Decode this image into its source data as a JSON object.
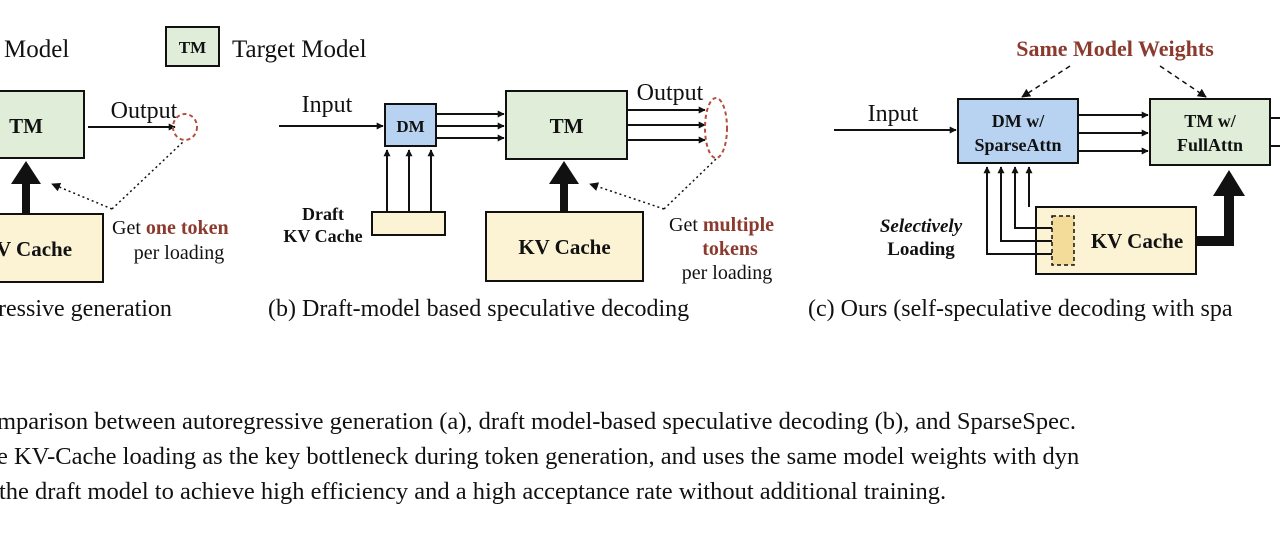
{
  "colors": {
    "target_fill": "#e0edd8",
    "draft_fill": "#b8d3f2",
    "cache_fill": "#fbf3d4",
    "dashed_fill": "#f3dc9a",
    "accent_text": "#8b3a2e",
    "dashed_ellipse": "#b5503f",
    "line": "#111111"
  },
  "legend": {
    "draft_label": "Model",
    "target_abbr": "TM",
    "target_label": "Target Model"
  },
  "panel_a": {
    "tm": "TM",
    "output": "Output",
    "kv_cache": "V Cache",
    "note_prefix": "Get ",
    "note_highlight": "one token",
    "note_line2": "per loading",
    "caption": "ressive generation"
  },
  "panel_b": {
    "input": "Input",
    "dm": "DM",
    "tm": "TM",
    "output": "Output",
    "draft_cache_line1": "Draft",
    "draft_cache_line2": "KV Cache",
    "kv_cache": "KV Cache",
    "note_prefix": "Get ",
    "note_highlight_line1": "multiple",
    "note_highlight_line2": "tokens",
    "note_line3": "per loading",
    "caption": "(b) Draft-model based speculative decoding"
  },
  "panel_c": {
    "header": "Same Model Weights",
    "input": "Input",
    "dm_line1": "DM w/",
    "dm_line2": "SparseAttn",
    "tm_line1": "TM w/",
    "tm_line2": "FullAttn",
    "selectively": "Selectively",
    "loading": "Loading",
    "kv_cache": "KV Cache",
    "caption": "(c) Ours (self-speculative decoding with spa"
  },
  "caption_lines": [
    "mparison between autoregressive generation (a), draft model-based speculative decoding (b), and SparseSpec.",
    "e KV-Cache loading as the key bottleneck during token generation, and uses the same model weights with dyn",
    "the draft model to achieve high efficiency and a high acceptance rate without additional training."
  ]
}
